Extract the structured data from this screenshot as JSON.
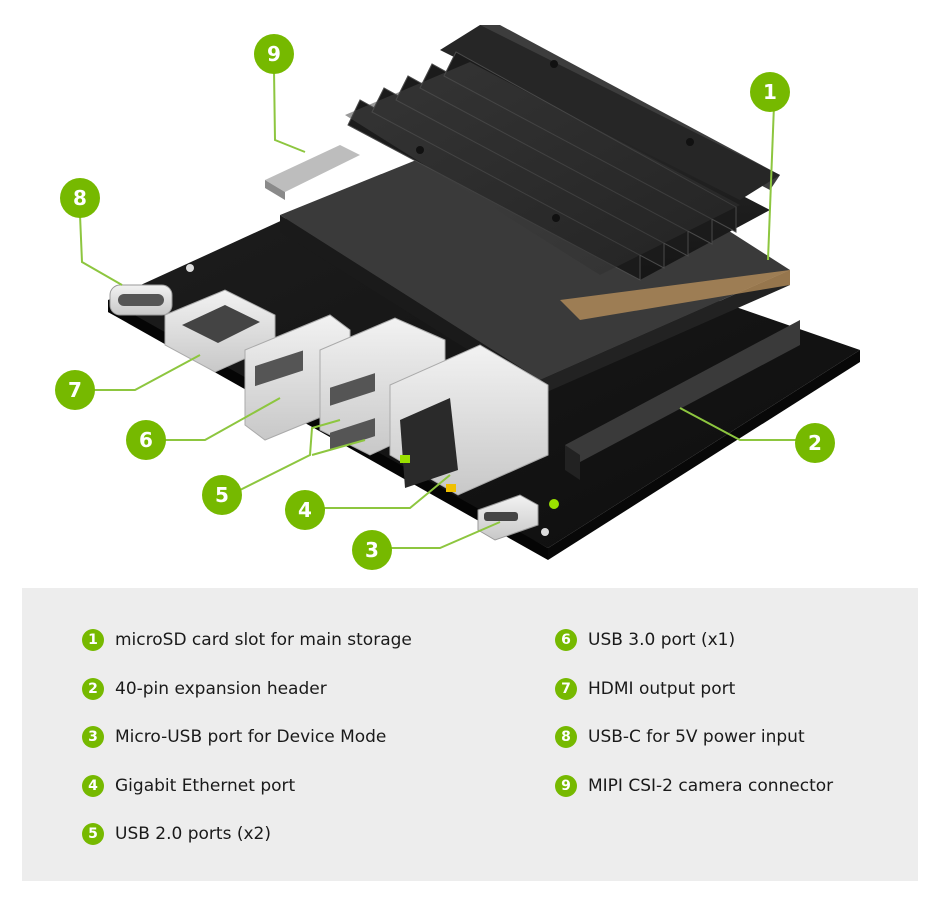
{
  "accent_color": "#76b900",
  "callouts": [
    "1",
    "2",
    "3",
    "4",
    "5",
    "6",
    "7",
    "8",
    "9"
  ],
  "legend": {
    "left": [
      {
        "num": "1",
        "text": "microSD card slot for main storage"
      },
      {
        "num": "2",
        "text": "40-pin expansion header"
      },
      {
        "num": "3",
        "text": "Micro-USB port for Device Mode"
      },
      {
        "num": "4",
        "text": "Gigabit Ethernet port"
      },
      {
        "num": "5",
        "text": "USB 2.0 ports (x2)"
      }
    ],
    "right": [
      {
        "num": "6",
        "text": "USB 3.0 port (x1)"
      },
      {
        "num": "7",
        "text": "HDMI output port"
      },
      {
        "num": "8",
        "text": "USB-C for 5V power input"
      },
      {
        "num": "9",
        "text": "MIPI CSI-2 camera connector"
      }
    ]
  }
}
